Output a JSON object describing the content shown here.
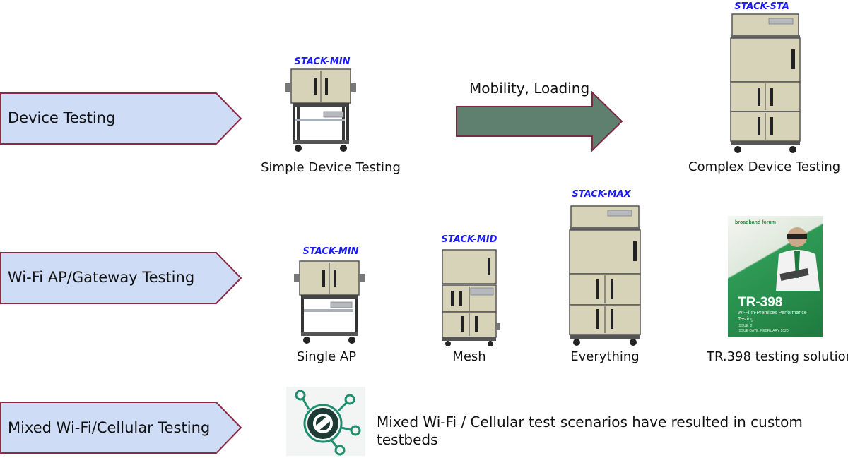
{
  "rows": [
    {
      "label": "Device Testing"
    },
    {
      "label": "Wi-Fi AP/Gateway Testing"
    },
    {
      "label": "Mixed Wi-Fi/Cellular Testing"
    }
  ],
  "device_row": {
    "min_tag": "STACK-MIN",
    "min_caption": "Simple Device Testing",
    "arrow_label": "Mobility, Loading",
    "sta_tag": "STACK-STA",
    "sta_caption": "Complex Device Testing"
  },
  "ap_row": {
    "min_tag": "STACK-MIN",
    "min_caption": "Single AP",
    "mid_tag": "STACK-MID",
    "mid_caption": "Mesh",
    "max_tag": "STACK-MAX",
    "max_caption": "Everything",
    "report_brand": "broadband forum",
    "report_title": "TR-398",
    "report_subtitle": "Wi-Fi In-Premises Performance Testing",
    "report_issue": "ISSUE: 2",
    "report_date": "ISSUE DATE: FEBRUARY 2020",
    "report_caption": "TR.398 testing solution"
  },
  "mixed_row": {
    "description": "Mixed Wi-Fi / Cellular test scenarios have resulted in custom testbeds"
  },
  "colors": {
    "pentagon_fill": "#cfdcf6",
    "pentagon_stroke": "#8b2a46",
    "arrow_fill": "#5f7f6f",
    "arrow_stroke": "#7a2a44",
    "tag_text": "#1a1aff",
    "chamber_fill": "#d6d3b8",
    "icon_dark": "#1e3b36",
    "icon_ring": "#1e8f6d"
  }
}
